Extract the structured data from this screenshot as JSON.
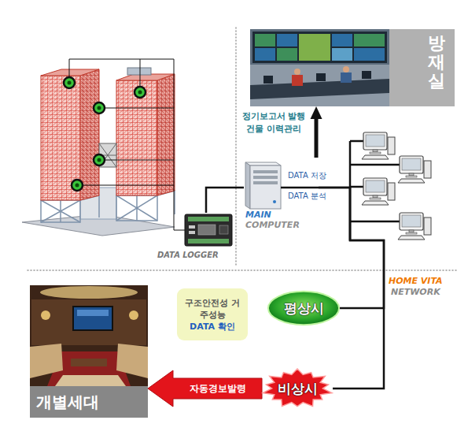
{
  "diagram": {
    "nodes": [
      {
        "text": [
          "방재실"
        ]
      },
      {
        "text": [
          "MAIN",
          "COMPUTER"
        ]
      },
      {
        "text": [
          "DATA LOGGER"
        ]
      },
      {
        "text": [
          "개별세대"
        ]
      },
      {
        "text": [
          "구조안전성 거주성능",
          "DATA 확인"
        ]
      },
      {
        "text": [
          "평상시"
        ]
      },
      {
        "text": [
          "비상시"
        ]
      }
    ],
    "edges": [
      {
        "from": 2,
        "to": 1,
        "arrow": "none"
      },
      {
        "from": 1,
        "to": 0,
        "arrow": "to"
      },
      {
        "from": 1,
        "to": 5,
        "arrow": "none"
      },
      {
        "from": 1,
        "to": 6,
        "arrow": "none"
      },
      {
        "from": 6,
        "to": 3,
        "label": "자동경보발령",
        "arrow": "to"
      }
    ],
    "labels": [
      "DATA 저장",
      "DATA 분석",
      "정기보고서 발행",
      "건물 이력관리",
      "HOME VITA",
      "NETWORK"
    ]
  }
}
